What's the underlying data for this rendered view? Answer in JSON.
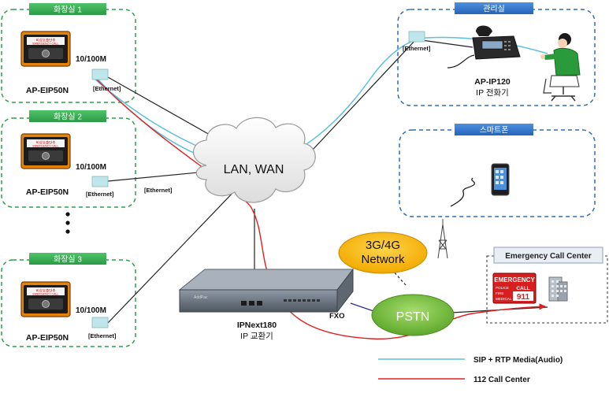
{
  "zones": {
    "restroom1": "화장실 1",
    "restroom2": "화장실 2",
    "restroom3": "화장실 3",
    "office": "관리실",
    "smartphone": "스마트폰",
    "emergency": "Emergency Call Center"
  },
  "devices": {
    "ap_eip50n": "AP-EIP50N",
    "speed": "10/100M",
    "ethernet": "[Ethernet]",
    "emergency_button_line1": "비상호출단추",
    "emergency_button_line2": "EMERGENCY CALL",
    "ap_ip120": "AP-IP120",
    "ip_phone": "IP 전화기",
    "ipnext180": "IPNext180",
    "ip_pbx": "IP 교환기",
    "pbx_brand": "AddPac",
    "fxo": "FXO"
  },
  "network": {
    "lan_wan": "LAN, WAN",
    "mobile_line1": "3G/4G",
    "mobile_line2": "Network",
    "pstn": "PSTN"
  },
  "emergency_sign": {
    "title": "EMERGENCY",
    "police": "POLICE",
    "fire": "FIRE",
    "medical": "MEDICAL",
    "call": "CALL",
    "number": "911"
  },
  "legend": {
    "sip": "SIP  + RTP Media(Audio)",
    "call_center": "112 Call Center"
  },
  "colors": {
    "zone_border_green": "#2e9e4a",
    "zone_border_blue": "#2f6db5",
    "sip_line": "#5bc0e0",
    "call_center_line": "#e02020",
    "cloud_fill": "#f2f2f2",
    "mobile_cloud": "#f9b900",
    "pstn_cloud": "#7ac143"
  }
}
